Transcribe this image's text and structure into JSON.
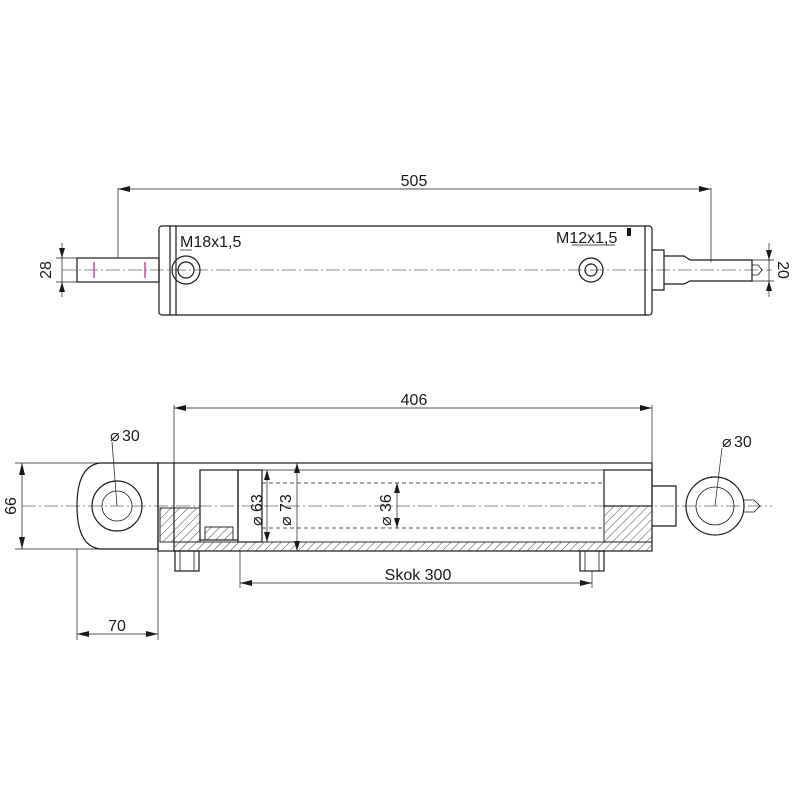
{
  "dimensions": {
    "top_length": "505",
    "top_left_port": "M18x1,5",
    "top_right_port": "M12x1,5",
    "left_rod_dia": "28",
    "right_rod_dia": "20",
    "body_length": "406",
    "left_eye_dia": "30",
    "right_eye_dia": "30",
    "eye_height": "66",
    "bore_dia": "63",
    "outer_dia": "73",
    "rod_dia": "36",
    "stroke": "Skok 300",
    "eye_offset": "70"
  },
  "symbols": {
    "diameter": "⌀"
  }
}
